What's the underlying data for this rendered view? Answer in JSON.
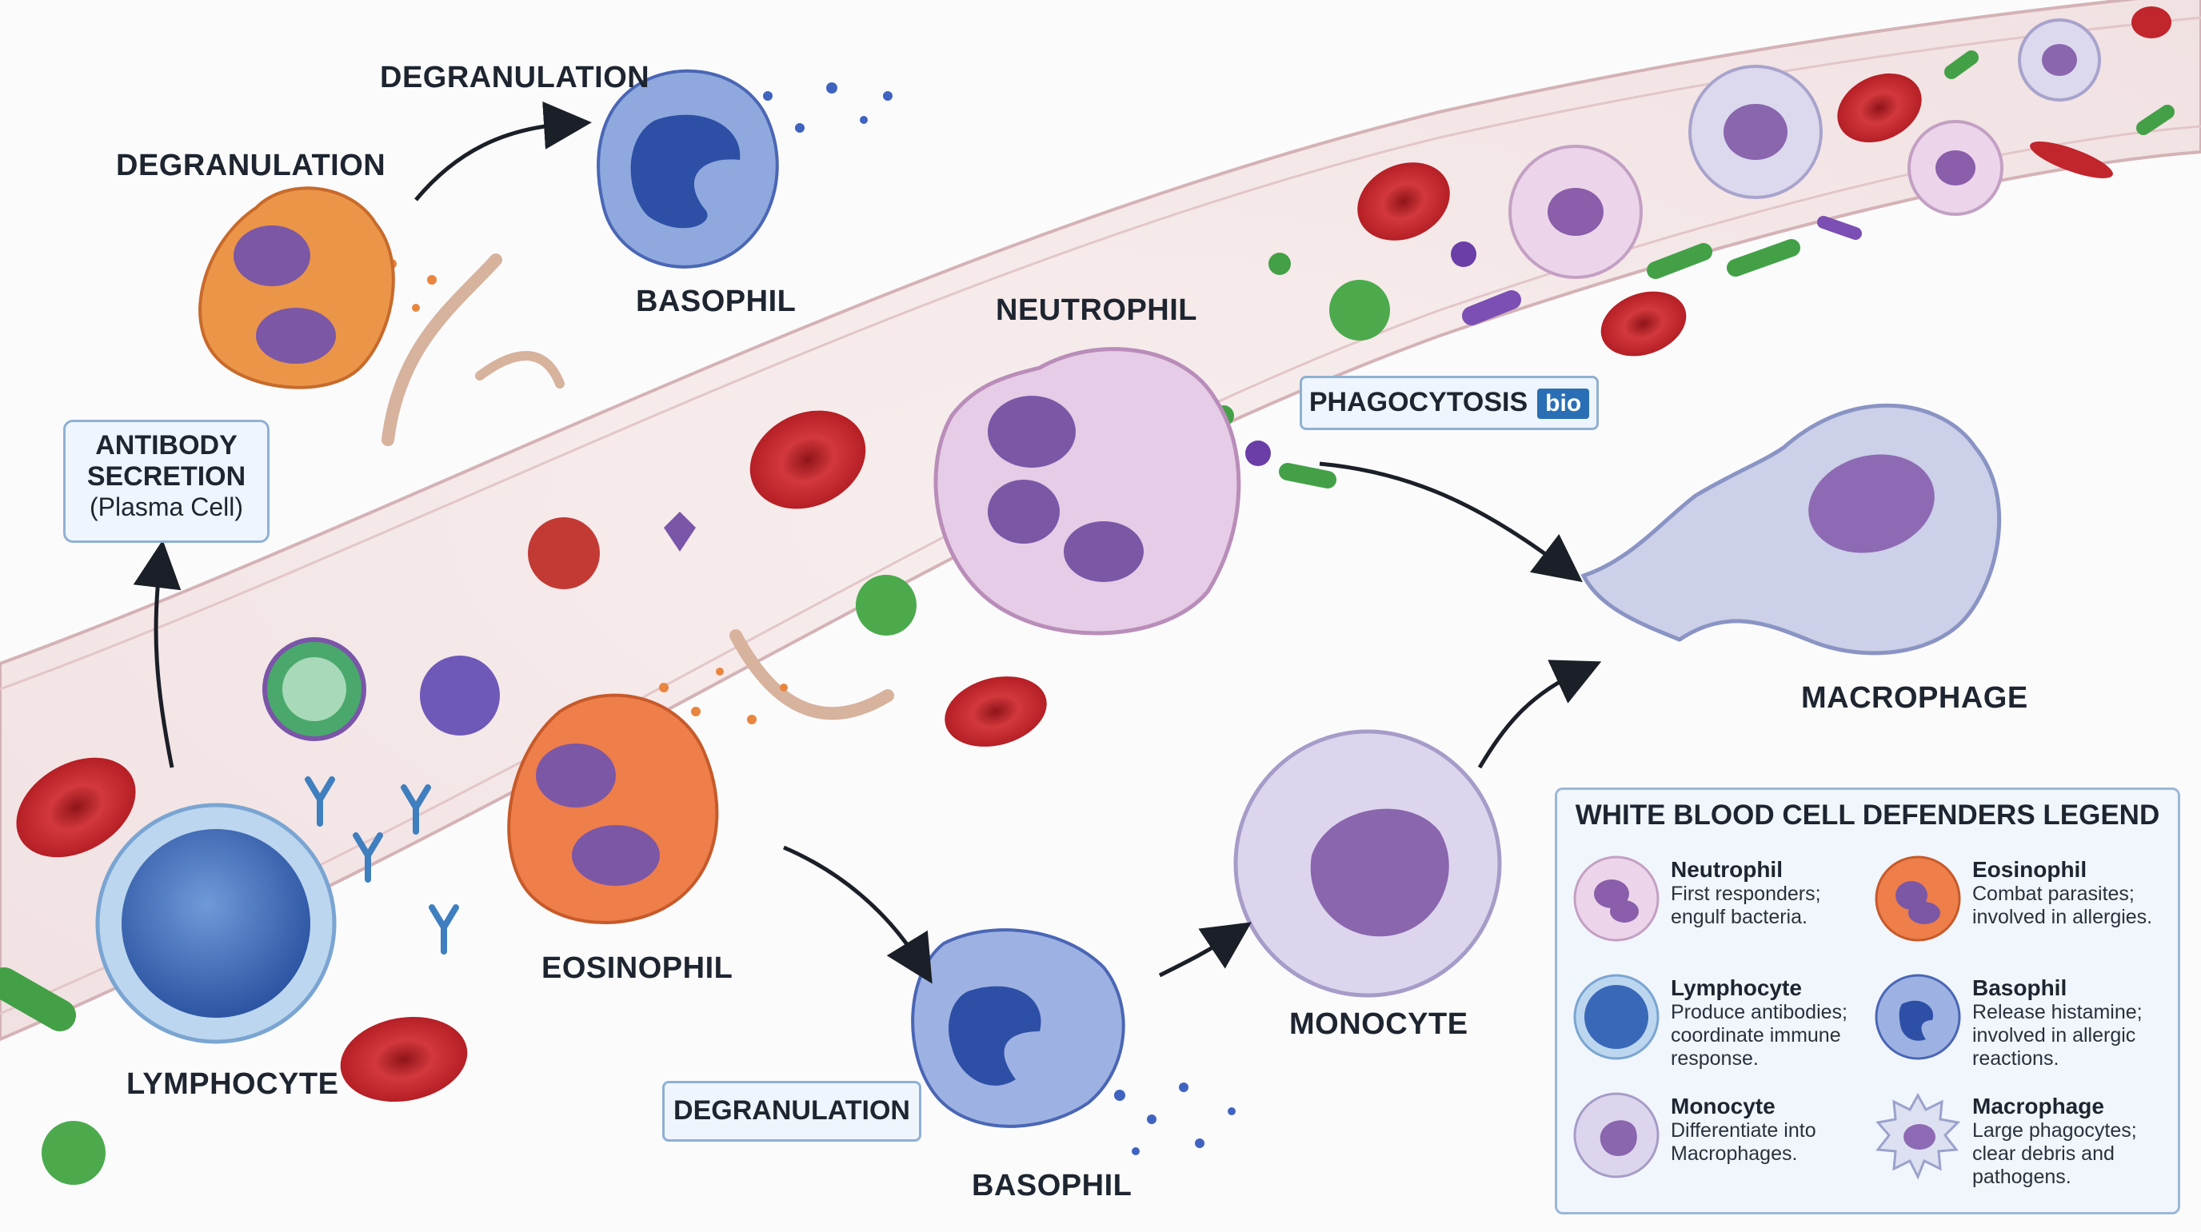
{
  "labels": {
    "degranulation_top": "DEGRANULATION",
    "degranulation_left": "DEGRANULATION",
    "basophil_top": "BASOPHIL",
    "neutrophil": "NEUTROPHIL",
    "phagocytosis": "PHAGOCYTOSIS",
    "phagocytosis_badge": "bio",
    "macrophage": "MACROPHAGE",
    "antibody_line1": "ANTIBODY",
    "antibody_line2": "SECRETION",
    "antibody_line3": "(Plasma Cell)",
    "eosinophil": "EOSINOPHIL",
    "lymphocyte": "LYMPHOCYTE",
    "monocyte": "MONOCYTE",
    "degranulation_bottom": "DEGRANULATION",
    "basophil_bottom": "BASOPHIL"
  },
  "legend": {
    "title": "WHITE BLOOD CELL DEFENDERS LEGEND",
    "items": [
      {
        "name": "Neutrophil",
        "desc": "First responders; engulf bacteria.",
        "icon": "neutrophil-icon"
      },
      {
        "name": "Eosinophil",
        "desc": "Combat parasites; involved in allergies.",
        "icon": "eosinophil-icon"
      },
      {
        "name": "Lymphocyte",
        "desc": "Produce antibodies; coordinate immune response.",
        "icon": "lymphocyte-icon"
      },
      {
        "name": "Basophil",
        "desc": "Release histamine; involved in allergic reactions.",
        "icon": "basophil-icon"
      },
      {
        "name": "Monocyte",
        "desc": "Differentiate into Macrophages.",
        "icon": "monocyte-icon"
      },
      {
        "name": "Macrophage",
        "desc": "Large phagocytes; clear debris and pathogens.",
        "icon": "macrophage-icon"
      }
    ]
  },
  "colors": {
    "vessel_fill": "#f3e6e6",
    "vessel_wall": "#d9b9bc",
    "rbc": "#c8262c",
    "neutrophil": "#e3c8e3",
    "eosinophil": "#e8703e",
    "basophil": "#3d5fb8",
    "lymphocyte": "#3a68b8",
    "monocyte": "#cfc4e3",
    "macrophage": "#c9cde6",
    "nucleus": "#7b57a6",
    "bacteria": "#4aa84a",
    "legend_border": "#9bb8d6"
  }
}
